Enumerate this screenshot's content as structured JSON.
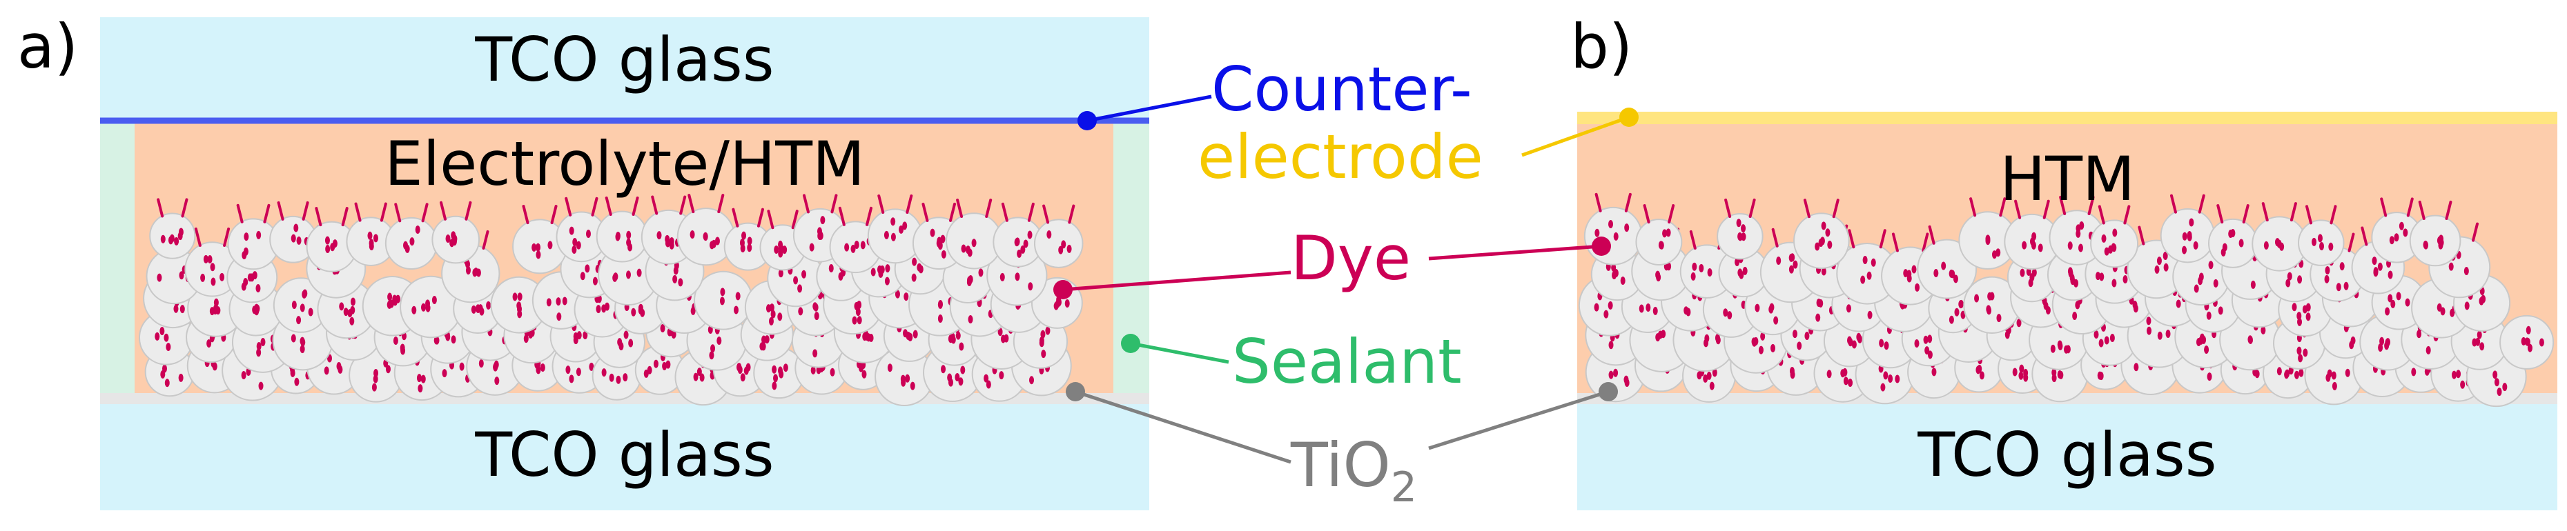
{
  "panel_a": {
    "letter": "a)",
    "top_glass": "TCO glass",
    "bottom_glass": "TCO glass",
    "fill_label": "Electrolyte/HTM"
  },
  "panel_b": {
    "letter": "b)",
    "bottom_glass": "TCO glass",
    "fill_label": "HTM"
  },
  "callouts": {
    "counter_line1": "Counter-",
    "counter_line2": "electrode",
    "dye": "Dye",
    "sealant": "Sealant",
    "tio2_base": "TiO",
    "tio2_sub": "2"
  },
  "colors": {
    "glass": "#d5f3fb",
    "htm": "#fdcdac",
    "sealant_fill": "#d7f2e4",
    "tio2": "#e6e6e6",
    "particle": "#ececec",
    "particle_stroke": "#c8c8c8",
    "dye": "#cc0055",
    "counter_electrode_a": "#4a5cf0",
    "counter_electrode_b": "#ffe580",
    "counter_text": "#0a10e8",
    "electrode_text": "#f5c800",
    "sealant_text": "#2ebd6b",
    "tio2_text": "#808080"
  }
}
